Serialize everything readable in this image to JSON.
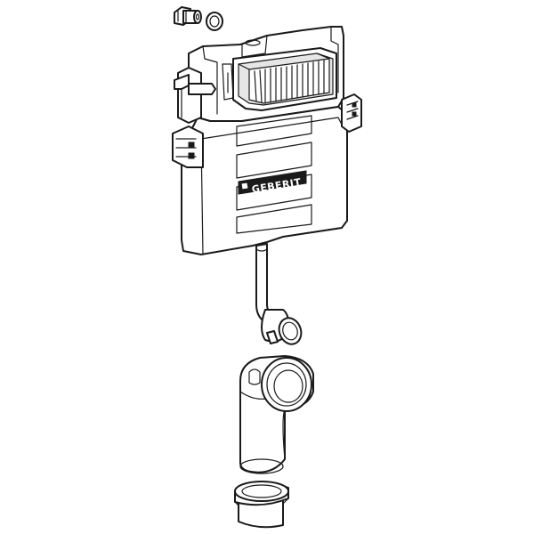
{
  "brand": {
    "logo_text": "GEBERIT",
    "colors": {
      "line": "#1a1a1a",
      "background": "#ffffff",
      "label_fill": "#1a1a1a"
    }
  },
  "parts": [
    {
      "id": "connector-fitting",
      "icon": "valve-connector-icon"
    },
    {
      "id": "o-ring-seal",
      "icon": "ring-icon"
    },
    {
      "id": "cistern",
      "icon": "cistern-icon"
    },
    {
      "id": "flush-pipe",
      "icon": "pipe-icon"
    },
    {
      "id": "pan-connector-bend",
      "icon": "elbow-pipe-icon"
    },
    {
      "id": "connector-sleeve",
      "icon": "sleeve-icon"
    }
  ]
}
